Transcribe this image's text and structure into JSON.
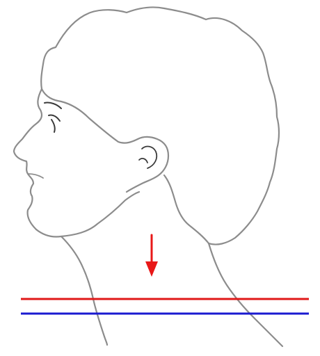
{
  "figure": {
    "subject": "head-profile-outline",
    "colors": {
      "outline": "#8c8c8c",
      "outline_dark": "#3a3a3a",
      "arrow": "#e81818",
      "upper_line": "#e01818",
      "lower_line": "#1a1ad0",
      "background": "#ffffff"
    },
    "markers": {
      "arrow_direction": "down",
      "reference_lines": [
        "upper-red-line",
        "lower-blue-line"
      ]
    }
  }
}
